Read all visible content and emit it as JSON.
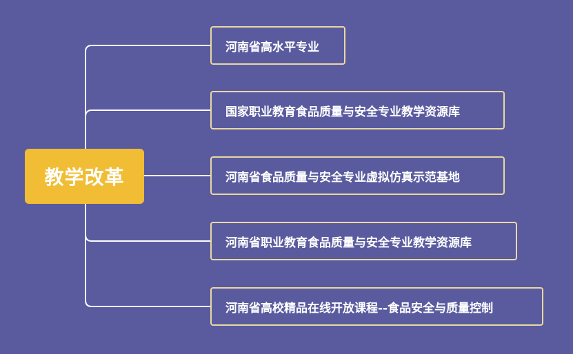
{
  "central": {
    "label": "教学改革"
  },
  "branches": [
    {
      "label": "河南省高水平专业"
    },
    {
      "label": "国家职业教育食品质量与安全专业教学资源库"
    },
    {
      "label": "河南省食品质量与安全专业虚拟仿真示范基地"
    },
    {
      "label": "河南省职业教育食品质量与安全专业教学资源库"
    },
    {
      "label": "河南省高校精品在线开放课程--食品安全与质量控制"
    }
  ],
  "colors": {
    "background": "#5a5b9f",
    "central_fill": "#f0bd35",
    "branch_border": "#ead9a0",
    "connector": "#ffffff",
    "text": "#ffffff"
  }
}
